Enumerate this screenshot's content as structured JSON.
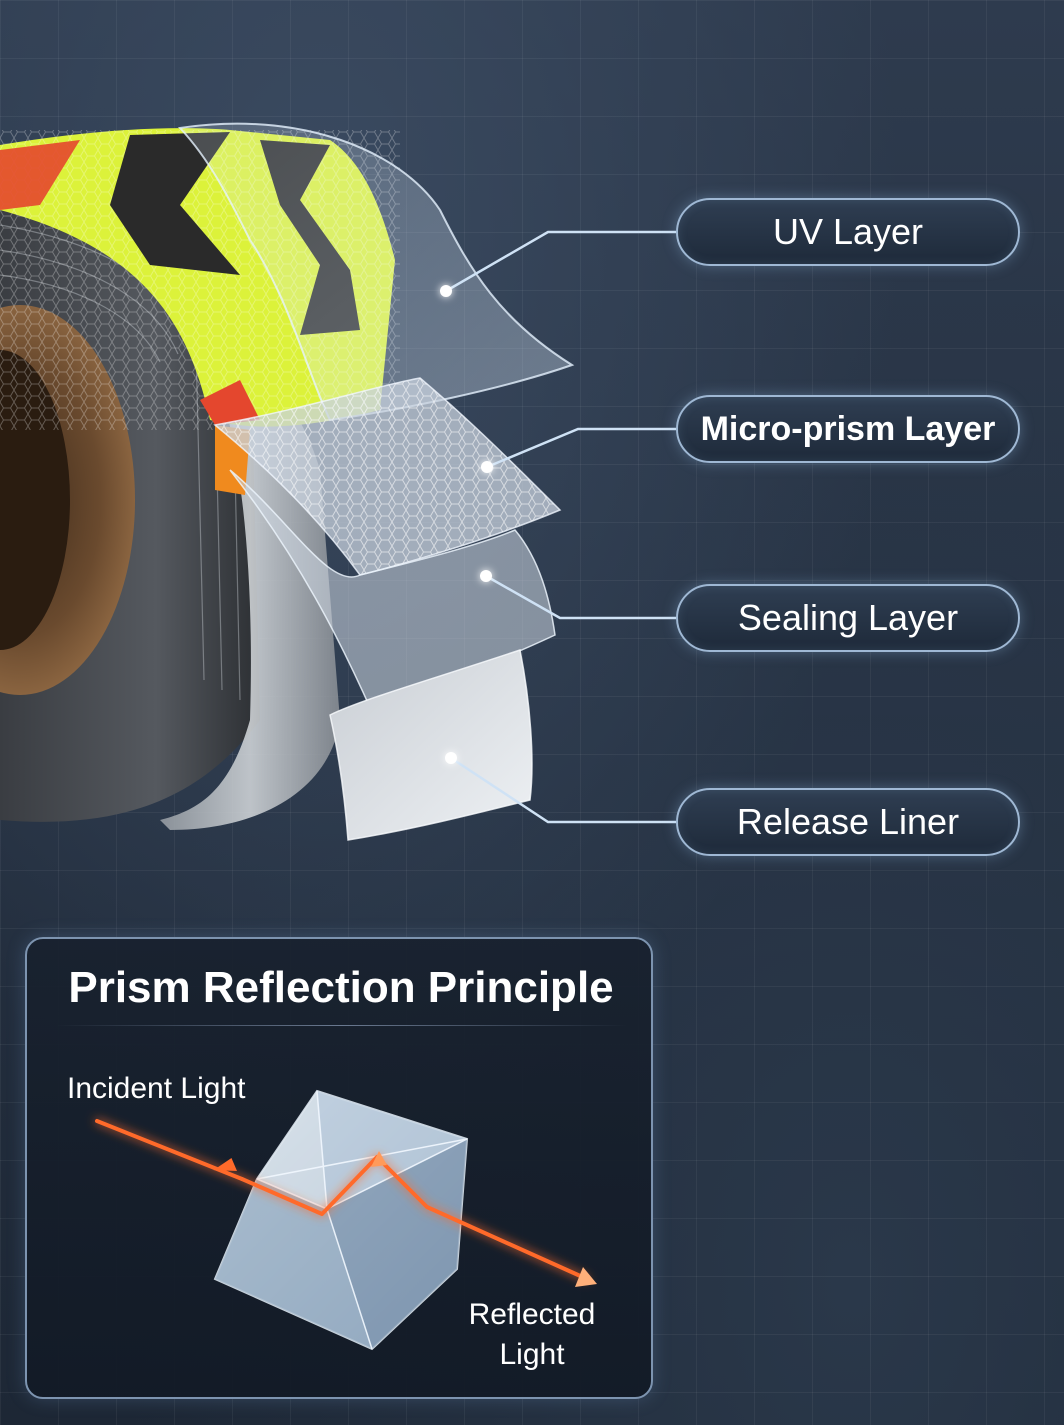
{
  "layers": [
    {
      "id": "uv",
      "label": "UV Layer"
    },
    {
      "id": "micro",
      "label": "Micro-prism Layer"
    },
    {
      "id": "seal",
      "label": "Sealing Layer"
    },
    {
      "id": "release",
      "label": "Release Liner"
    }
  ],
  "principle": {
    "title": "Prism Reflection Principle",
    "incident_label": "Incident Light",
    "reflected_label_line1": "Reflected",
    "reflected_label_line2": "Light"
  },
  "colors": {
    "tape_yellow": "#dcf23a",
    "tape_red": "#e4472e",
    "tape_black": "#2a2a2a",
    "light_ray": "#ff6a2a",
    "callout_line": "#cfe2f5"
  }
}
